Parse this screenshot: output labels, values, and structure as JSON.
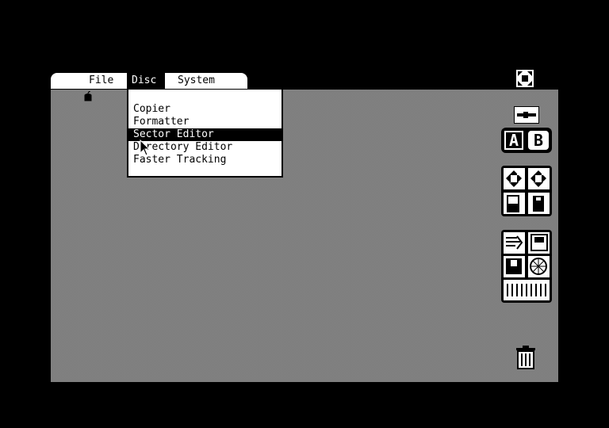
{
  "menubar": {
    "apple_icon": "apple-icon",
    "menus": [
      {
        "label": "File"
      },
      {
        "label": "Disc"
      },
      {
        "label": "System"
      }
    ]
  },
  "dropdown": {
    "items": [
      {
        "label": "Copier"
      },
      {
        "label": "Formatter"
      },
      {
        "label": "Sector Editor"
      },
      {
        "label": "Directory Editor"
      },
      {
        "label": "Faster Tracking"
      }
    ],
    "highlighted_index": 2
  },
  "drives": {
    "a_label": "A",
    "b_label": "B"
  },
  "colors": {
    "foreground": "#000000",
    "background": "#ffffff"
  }
}
